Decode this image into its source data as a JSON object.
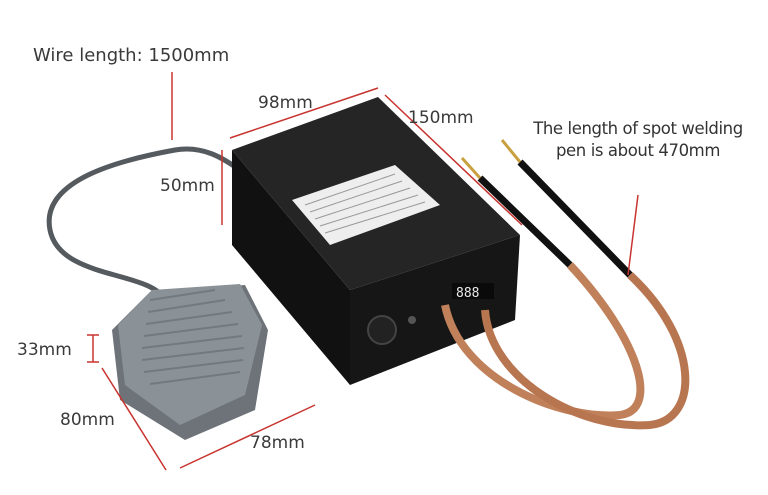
{
  "annotations": {
    "wire_length": "Wire length: 1500mm",
    "box_depth": "98mm",
    "box_length": "150mm",
    "box_height": "50mm",
    "pedal_height": "33mm",
    "pedal_length": "80mm",
    "pedal_width": "78mm",
    "pen_line1": "The length of spot welding",
    "pen_line2": "pen is about 470mm"
  },
  "device": {
    "display_readout": "888"
  },
  "colors": {
    "dimension_line": "#c8342f",
    "device_body": "#1c1c1c",
    "pedal": "#7d8489",
    "copper_cable": "#c0805a"
  }
}
